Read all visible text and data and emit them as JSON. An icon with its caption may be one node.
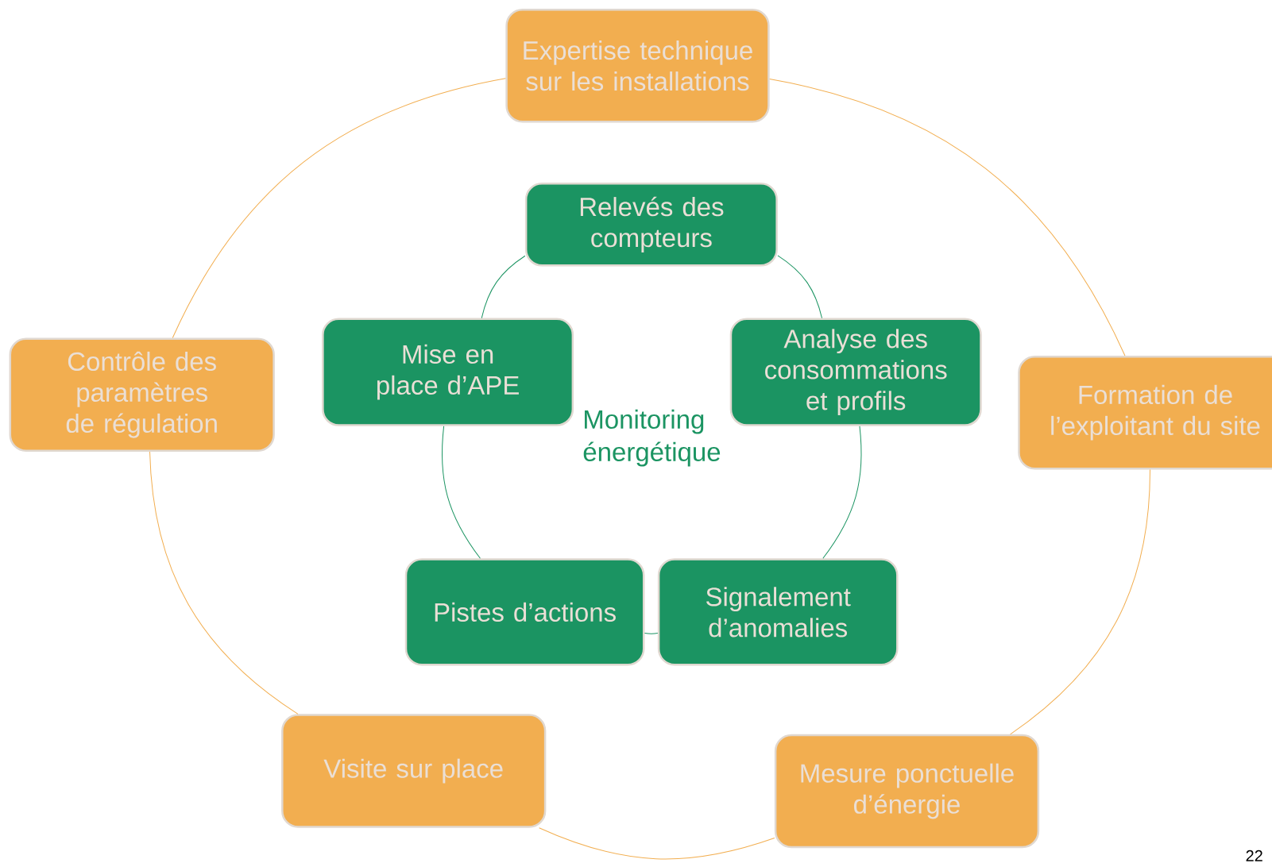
{
  "diagram": {
    "nodes": [
      {
        "text": [
          "Expertise technique sur les installations"
        ]
      },
      {
        "text": [
          "Formation de l’exploitant du site"
        ]
      },
      {
        "text": [
          "Mesure ponctuelle d’énergie"
        ]
      },
      {
        "text": [
          "Visite sur place"
        ]
      },
      {
        "text": [
          "Contrôle des paramètres de régulation"
        ]
      },
      {
        "text": [
          "Relevés des compteurs"
        ]
      },
      {
        "text": [
          "Analyse des consommations et profils"
        ]
      },
      {
        "text": [
          "Signalement d’anomalies"
        ]
      },
      {
        "text": [
          "Pistes d’actions"
        ]
      },
      {
        "text": [
          "Mise en place d’APE"
        ]
      }
    ],
    "edges": [
      {
        "from": 0,
        "to": 1,
        "arrow": "none"
      },
      {
        "from": 1,
        "to": 2,
        "arrow": "none"
      },
      {
        "from": 2,
        "to": 3,
        "arrow": "none"
      },
      {
        "from": 3,
        "to": 4,
        "arrow": "none"
      },
      {
        "from": 4,
        "to": 0,
        "arrow": "none"
      },
      {
        "from": 5,
        "to": 6,
        "arrow": "none",
        "color": "#1b9462"
      },
      {
        "from": 6,
        "to": 7,
        "arrow": "none",
        "color": "#1b9462"
      },
      {
        "from": 7,
        "to": 8,
        "arrow": "none",
        "color": "#1b9462"
      },
      {
        "from": 8,
        "to": 9,
        "arrow": "none",
        "color": "#1b9462"
      },
      {
        "from": 9,
        "to": 5,
        "arrow": "none",
        "color": "#1b9462"
      }
    ],
    "labels": [
      "Monitoring énergétique",
      "22"
    ]
  }
}
